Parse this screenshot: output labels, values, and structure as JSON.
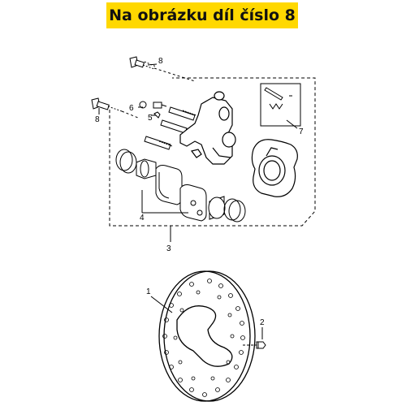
{
  "banner": {
    "text": "Na obrázku díl číslo 8"
  },
  "callouts": {
    "bolt_top": "8",
    "bolt_left": "8",
    "bleeder": "6",
    "bleeder_cap": "5",
    "pin_kit": "7",
    "pads": "4",
    "caliper_assy": "3",
    "disc": "1",
    "disc_bolt": "2"
  },
  "colors": {
    "banner": "#ffd800",
    "line": "#000000"
  }
}
